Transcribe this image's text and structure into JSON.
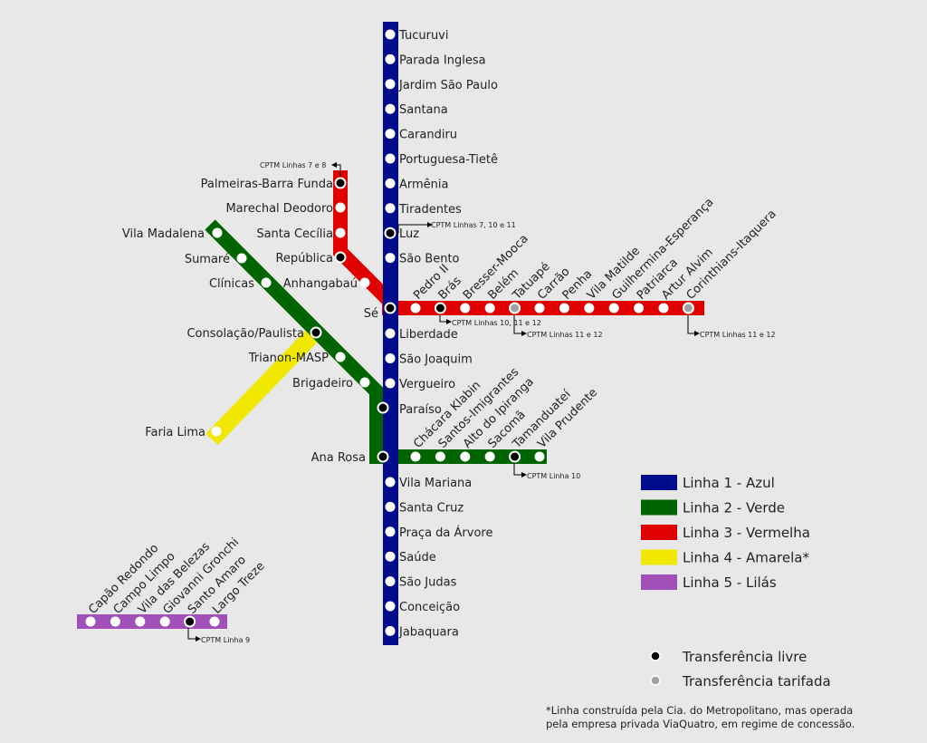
{
  "colors": {
    "line1": "#000c8c",
    "line2": "#006400",
    "line3": "#e00000",
    "line4": "#f0e800",
    "line5": "#a050b8",
    "transfer_free": "#000000",
    "transfer_paid": "#a0a0a0"
  },
  "line1": {
    "north": [
      "Tucuruvi",
      "Parada Inglesa",
      "Jardim São Paulo",
      "Santana",
      "Carandiru",
      "Portuguesa-Tietê",
      "Armênia",
      "Tiradentes",
      "Luz",
      "São Bento"
    ],
    "se": "Sé",
    "south": [
      "Liberdade",
      "São Joaquim",
      "Vergueiro",
      "Paraíso"
    ],
    "ana_rosa": "Ana Rosa",
    "south2": [
      "Vila Mariana",
      "Santa Cruz",
      "Praça da Árvore",
      "Saúde",
      "São Judas",
      "Conceição",
      "Jabaquara"
    ]
  },
  "line2": {
    "diag": [
      "Vila Madalena",
      "Sumaré",
      "Clínicas",
      "Consolação/Paulista",
      "Trianon-MASP",
      "Brigadeiro"
    ],
    "east": [
      "Chácara Klabin",
      "Santos-Imigrantes",
      "Alto do Ipiranga",
      "Sacomã",
      "Tamanduateí",
      "Vila Prudente"
    ]
  },
  "line3": {
    "west": [
      "Palmeiras-Barra Funda",
      "Marechal Deodoro",
      "Santa Cecília",
      "República",
      "Anhangabaú"
    ],
    "east": [
      "Pedro II",
      "Brás",
      "Bresser-Mooca",
      "Belém",
      "Tatuapé",
      "Carrão",
      "Penha",
      "Vila Matilde",
      "Guilhermina-Esperança",
      "Patriarca",
      "Artur Alvim",
      "Corinthians-Itaquera"
    ]
  },
  "line4": {
    "stations": [
      "Faria Lima"
    ]
  },
  "line5": {
    "stations": [
      "Capão Redondo",
      "Campo Limpo",
      "Vila das Belezas",
      "Giovanni Gronchi",
      "Santo Amaro",
      "Largo Treze"
    ]
  },
  "cptm": {
    "barra_funda": "CPTM Linhas 7 e 8",
    "luz": "CPTM Linhas 7, 10 e 11",
    "bras": "CPTM Linhas 10, 11 e 12",
    "tatuape": "CPTM Linhas 11 e 12",
    "itaquera": "CPTM Linhas 11 e 12",
    "tamanduatei": "CPTM Linha 10",
    "santo_amaro": "CPTM Linha 9"
  },
  "legend": {
    "lines": [
      "Linha 1 - Azul",
      "Linha 2 - Verde",
      "Linha 3 - Vermelha",
      "Linha 4 - Amarela*",
      "Linha 5 - Lilás"
    ],
    "transfer_free": "Transferência livre",
    "transfer_paid": "Transferência tarifada"
  },
  "footnote": {
    "line1": "*Linha construída pela Cia. do Metropolitano, mas operada",
    "line2": "pela empresa privada ViaQuatro, em regime de concessão."
  }
}
